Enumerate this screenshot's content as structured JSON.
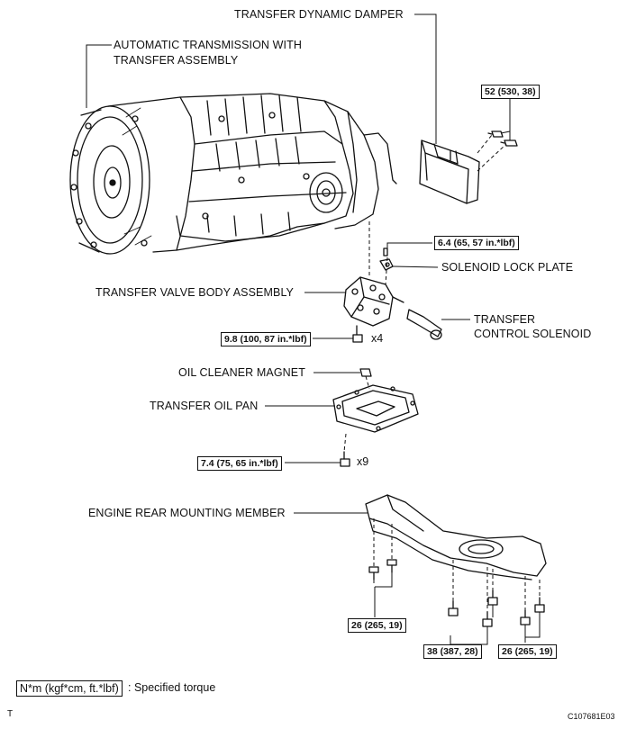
{
  "labels": {
    "transfer_dynamic_damper": "TRANSFER DYNAMIC DAMPER",
    "auto_trans_line1": "AUTOMATIC TRANSMISSION WITH",
    "auto_trans_line2": "TRANSFER ASSEMBLY",
    "solenoid_lock_plate": "SOLENOID LOCK PLATE",
    "transfer_valve_body": "TRANSFER VALVE BODY ASSEMBLY",
    "transfer_control_solenoid_line1": "TRANSFER",
    "transfer_control_solenoid_line2": "CONTROL SOLENOID",
    "oil_cleaner_magnet": "OIL CLEANER MAGNET",
    "transfer_oil_pan": "TRANSFER OIL PAN",
    "engine_rear_mounting_member": "ENGINE REAR MOUNTING MEMBER"
  },
  "torques": {
    "damper_bolts": "52 (530, 38)",
    "solenoid_lock_plate_bolt": "6.4 (65, 57 in.*lbf)",
    "valve_body_bolts": "9.8 (100, 87 in.*lbf)",
    "oil_pan_bolts": "7.4 (75, 65 in.*lbf)",
    "member_bolts_left": "26 (265, 19)",
    "member_bolts_center": "38 (387, 28)",
    "member_bolts_right": "26 (265, 19)"
  },
  "counts": {
    "valve_body_bolts": "x4",
    "oil_pan_bolts": "x9"
  },
  "legend": {
    "unit": "N*m (kgf*cm, ft.*lbf)",
    "text": ": Specified torque"
  },
  "footer": {
    "left_mark": "T",
    "figure_code": "C107681E03"
  }
}
